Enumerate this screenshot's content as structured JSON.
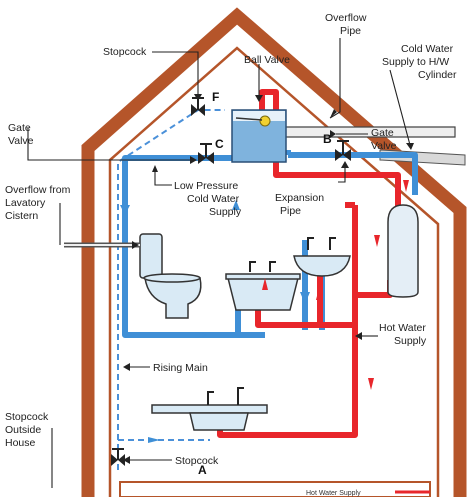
{
  "labels": {
    "overflow_pipe": [
      "Overflow",
      "Pipe"
    ],
    "stopcock_top": "Stopcock",
    "ball_valve": "Ball Valve",
    "cold_supply_hw": [
      "Cold Water",
      "Supply to H/W",
      "Cylinder"
    ],
    "gate_valve_left": [
      "Gate",
      "Valve"
    ],
    "gate_valve_right": [
      "Gate",
      "Valve"
    ],
    "low_pressure": [
      "Low Pressure",
      "Cold Water",
      "Supply"
    ],
    "expansion_pipe": [
      "Expansion",
      "Pipe"
    ],
    "overflow_lavatory": [
      "Overflow from",
      "Lavatory",
      "Cistern"
    ],
    "hot_water_supply": [
      "Hot Water",
      "Supply"
    ],
    "rising_main": "Rising Main",
    "stopcock_outside": [
      "Stopcock",
      "Outside",
      "House"
    ],
    "stopcock_bottom": "Stopcock",
    "footer_partial": "Hot Water Supply"
  },
  "markers": {
    "a": "A",
    "b": "B",
    "c": "C",
    "f": "F"
  },
  "colors": {
    "house": "#b5552a",
    "hot_pipe": "#e8262b",
    "cold_pipe": "#3f8fd6",
    "dashed_main": "#4a90d9",
    "tank_water": "#7fb3dd",
    "fixture": "#d9eaf5",
    "label_line": "#222222"
  }
}
